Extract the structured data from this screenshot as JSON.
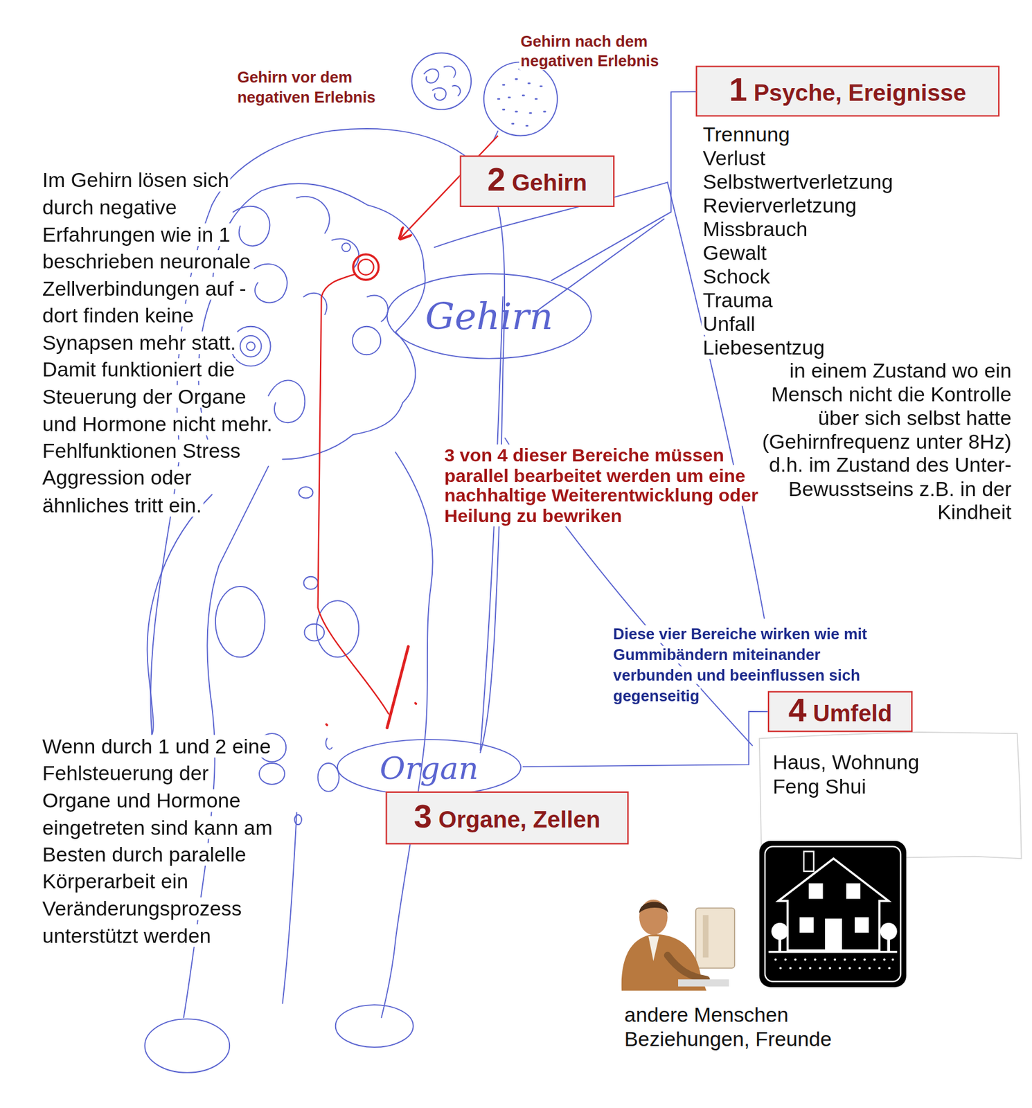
{
  "diagram": {
    "nodes": [
      {
        "text": [
          "1 Psyche, Ereignisse"
        ]
      },
      {
        "text": [
          "2 Gehirn"
        ]
      },
      {
        "text": [
          "Gehirn"
        ]
      },
      {
        "text": [
          "4 Umfeld"
        ]
      },
      {
        "text": [
          "Organ"
        ]
      },
      {
        "text": [
          "3 Organe, Zellen"
        ]
      }
    ],
    "edges": [
      {
        "from": 2,
        "to": 0,
        "arrow": "none"
      },
      {
        "from": 4,
        "to": 3,
        "arrow": "none"
      }
    ],
    "labels": [
      "Gehirn vor dem negativen Erlebnis",
      "Gehirn nach dem negativen Erlebnis",
      "Trennung",
      "Verlust",
      "Selbstwertverletzung",
      "Revierverletzung",
      "Missbrauch",
      "Gewalt",
      "Schock",
      "Trauma",
      "Unfall",
      "Liebesentzug",
      "in einem Zustand wo ein Mensch nicht die Kontrolle über sich selbst hatte (Gehirnfrequenz unter 8Hz) d.h. im Zustand des Unter- Bewusstseins z.B. in der Kindheit",
      "Im Gehirn lösen sich durch negative Erfahrungen wie in 1 beschrieben neuronale Zellverbindungen auf - dort finden keine Synapsen mehr statt. Damit funktioniert die Steuerung der Organe und Hormone nicht mehr. Fehlfunktionen Stress Aggression oder ähnliches tritt ein.",
      "Wenn durch 1 und 2 eine Fehlsteuerung der Organe und Hormone eingetreten sind kann am Besten durch paralelle Körperarbeit ein Veränderungsprozess unterstützt werden",
      "3 von 4 dieser Bereiche müssen parallel bearbeitet werden um eine nachhaltige Weiterentwicklung oder Heilung zu bewriken",
      "Diese vier Bereiche wirken wie mit Gummibändern miteinander verbunden und beeinflussen sich gegenseitig",
      "Haus, Wohnung Feng Shui",
      "andere Menschen Beziehungen, Freunde"
    ]
  }
}
